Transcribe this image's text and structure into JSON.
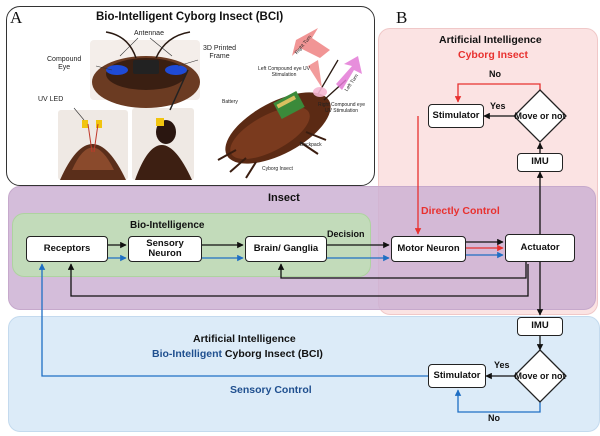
{
  "panels": {
    "a": "A",
    "b": "B"
  },
  "figure_a": {
    "title": "Bio-Intelligent Cyborg Insect (BCI)",
    "labels": {
      "antennae": "Antennae",
      "compound_eye": "Compound\nEye",
      "printed_frame": "3D Printed\nFrame",
      "uv_led": "UV LED",
      "battery": "Battery",
      "backpack": "Backpack",
      "cyborg_insect": "Cyborg Insect",
      "right_turn": "Right Turn",
      "left_turn": "Left Turn",
      "left_uv": "Left Compound eye UV\nStimulation",
      "right_uv": "Right Compound eye\nUV Stimulation"
    }
  },
  "regions": {
    "ai_top_title": "Artificial Intelligence",
    "ai_top_subtitle": "Cyborg Insect",
    "insect_title": "Insect",
    "bio_intelligence": "Bio-Intelligence",
    "directly_control": "Directly Control",
    "ai_bottom_title": "Artificial Intelligence",
    "ai_bottom_subtitle_blue": "Bio-Intelligent",
    "ai_bottom_subtitle_rest": " Cyborg Insect (BCI)",
    "sensory_control": "Sensory Control"
  },
  "nodes": {
    "receptors": "Receptors",
    "sensory_neuron": "Sensory\nNeuron",
    "brain": "Brain/ Ganglia",
    "motor_neuron": "Motor Neuron",
    "actuator": "Actuator",
    "imu_top": "IMU",
    "stimulator_top": "Stimulator",
    "move_top": "Move or not",
    "imu_bottom": "IMU",
    "stimulator_bottom": "Stimulator",
    "move_bottom": "Move or not"
  },
  "edge_labels": {
    "decision": "Decision",
    "yes_top": "Yes",
    "no_top": "No",
    "yes_bottom": "Yes",
    "no_bottom": "No"
  },
  "colors": {
    "red": "#e8312f",
    "blue": "#1f6fc4",
    "dark_blue": "#1f4f8f",
    "pink_region": "#fbe3e3",
    "purple_region": "#d9c4dc",
    "blue_region": "#dcebf8",
    "green_region": "#d3e8c8"
  }
}
